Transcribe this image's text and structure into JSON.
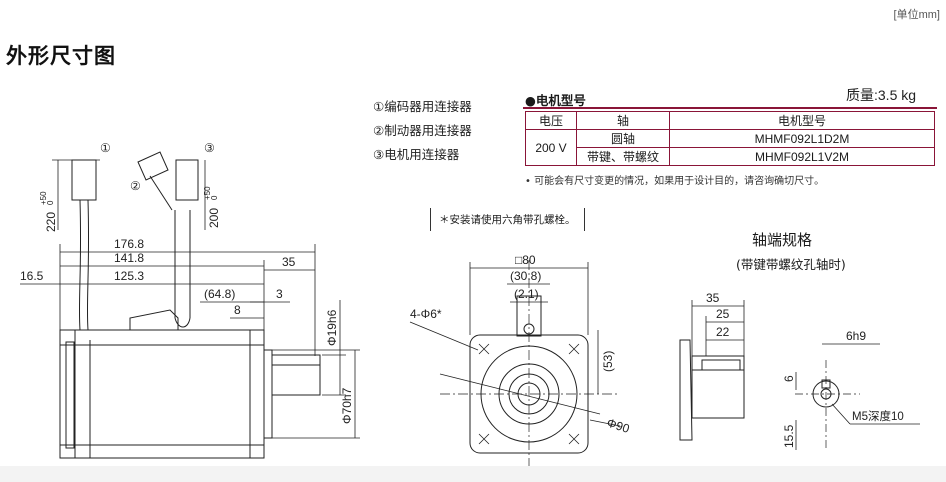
{
  "unit_label": "[单位mm]",
  "title": "外形尺寸图",
  "connectors": [
    "①编码器用连接器",
    "②制动器用连接器",
    "③电机用连接器"
  ],
  "model_table": {
    "heading": "●电机型号",
    "weight": "质量:3.5 kg",
    "headers": [
      "电压",
      "轴",
      "电机型号"
    ],
    "voltage": "200 V",
    "rows": [
      {
        "shaft": "圆轴",
        "model": "MHMF092L1D2M"
      },
      {
        "shaft": "带键、带螺纹",
        "model": "MHMF092L1V2M"
      }
    ],
    "note": "• 可能会有尺寸变更的情况，如果用于设计目的，请咨询确切尺寸。"
  },
  "bolt_note": "＊安装请使用六角带孔螺栓。",
  "shaft_spec": {
    "title": "轴端规格",
    "subtitle": "(带键带螺纹孔轴时)"
  },
  "side_view": {
    "d_176": "176.8",
    "d_141": "141.8",
    "d_125": "125.3",
    "d_165": "16.5",
    "d_35": "35",
    "d_648": "(64.8)",
    "d_3": "3",
    "d_8": "8",
    "d_220": "220",
    "d_200": "200",
    "tol_plus": "+50",
    "tol_zero": "0",
    "d_shaft": "Φ19h6",
    "d_spigot": "Φ70h7",
    "c1": "①",
    "c2": "②",
    "c3": "③"
  },
  "front_view": {
    "sq80": "□80",
    "d_308": "(30.8)",
    "d_21": "(2.1)",
    "holes": "4-Φ6*",
    "d_53": "(53)",
    "pcd": "Φ90"
  },
  "shaft_view": {
    "d_35": "35",
    "d_25": "25",
    "d_22": "22",
    "d_6h9": "6h9",
    "d_6": "6",
    "d_155": "15.5",
    "m5": "M5深度10"
  }
}
